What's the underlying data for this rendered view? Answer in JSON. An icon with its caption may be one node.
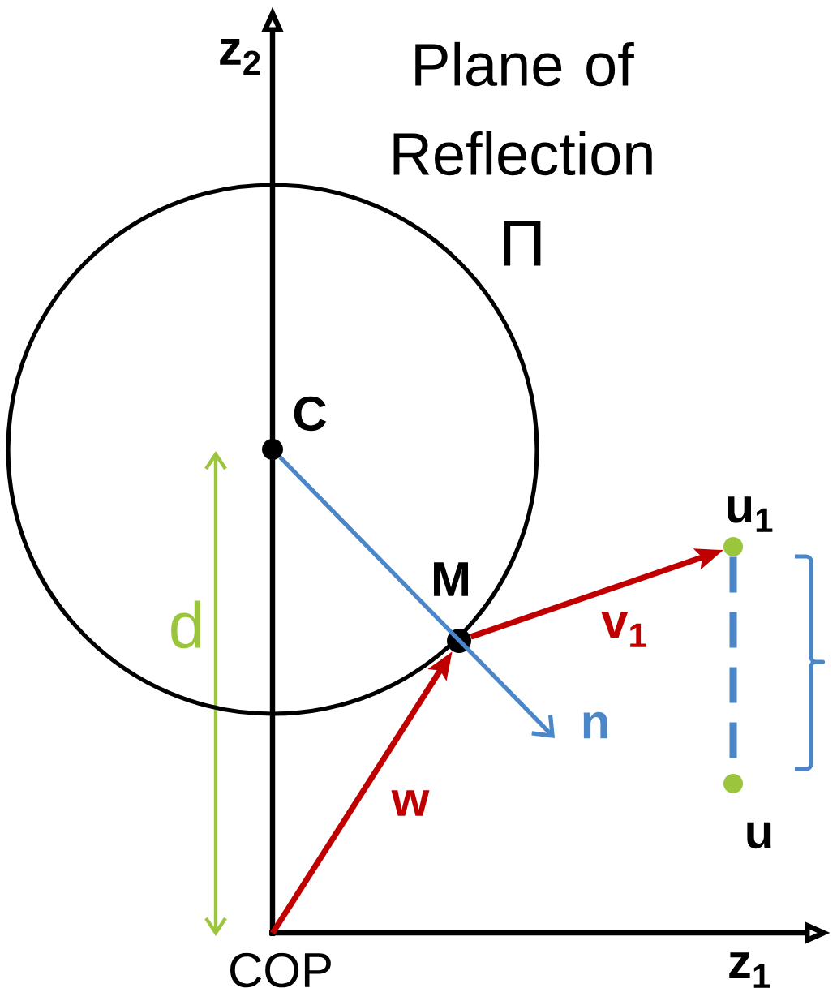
{
  "diagram": {
    "nodes": [
      {
        "text": [
          "Π"
        ]
      },
      {
        "text": [
          "C"
        ],
        "in": 0
      },
      {
        "text": [
          "M"
        ]
      },
      {
        "text": [
          "COP"
        ]
      },
      {
        "text": [
          "u$_{1}$"
        ]
      },
      {
        "text": [
          "u"
        ]
      }
    ],
    "edges": [
      {
        "from": 3,
        "to": 2,
        "arrow": "to",
        "label": "w",
        "color": "#c00000"
      },
      {
        "from": 2,
        "to": 4,
        "arrow": "to",
        "label": "v$_{1}$",
        "color": "#c00000"
      },
      {
        "from": 1,
        "to": null,
        "arrow": "to",
        "label": "n",
        "color": "#4a86c8"
      },
      {
        "from": 4,
        "to": 5,
        "arrow": "none",
        "style": "dashed",
        "color": "#4a86c8"
      }
    ],
    "labels": [
      "z$_{2}$",
      "Plane of Reflection",
      "d",
      "z$_{1}$"
    ]
  }
}
